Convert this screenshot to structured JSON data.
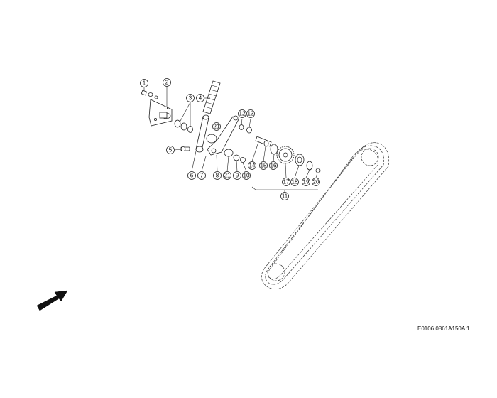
{
  "diagram": {
    "reference_code": "E0106 0861A150A 1",
    "callouts": [
      "1",
      "2",
      "3",
      "4",
      "5",
      "6",
      "7",
      "8",
      "21",
      "9",
      "10",
      "11",
      "12",
      "13",
      "14",
      "15",
      "16",
      "17",
      "18",
      "19",
      "20",
      "21"
    ]
  }
}
